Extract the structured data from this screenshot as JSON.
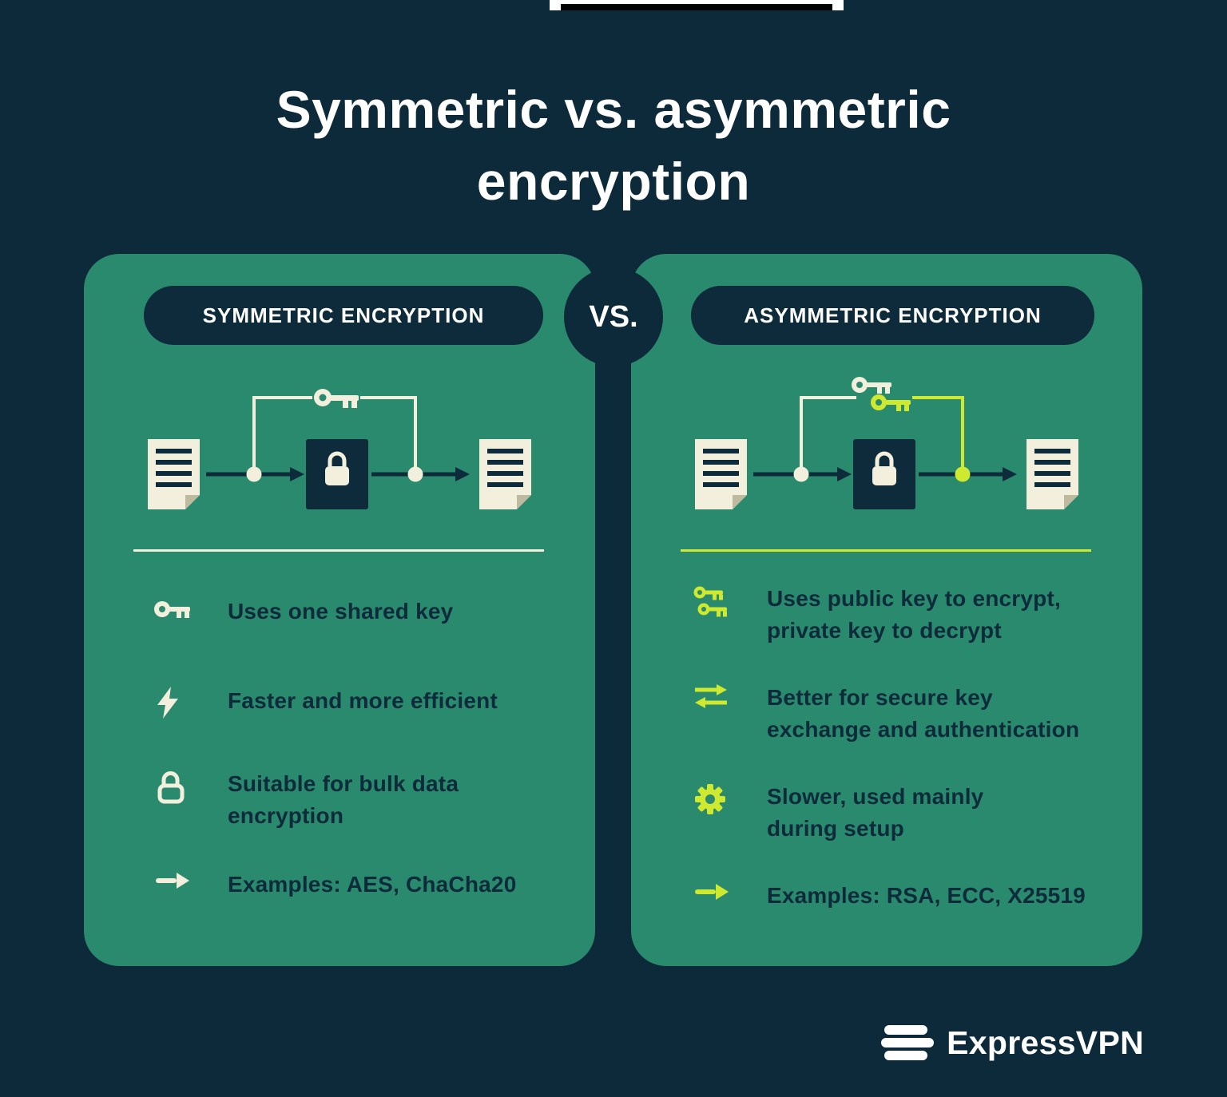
{
  "theme": {
    "bg": "#0D2A3A",
    "panel": "#2A8A6D",
    "ink": "#0E2B3B",
    "cream": "#F2EFDC",
    "lime": "#CEE930",
    "white": "#FFFFFF"
  },
  "page": {
    "title": "Symmetric vs. asymmetric\nencryption",
    "vs_label": "VS.",
    "brand": "ExpressVPN"
  },
  "left_panel": {
    "header": "SYMMETRIC ENCRYPTION",
    "bullets": [
      {
        "icon": "key-icon",
        "text": "Uses one shared key"
      },
      {
        "icon": "lightning-icon",
        "text": "Faster and more efficient"
      },
      {
        "icon": "lock-icon",
        "text": "Suitable for bulk data\nencryption"
      },
      {
        "icon": "arrow-right-icon",
        "text": "Examples: AES, ChaCha20"
      }
    ]
  },
  "right_panel": {
    "header": "ASYMMETRIC ENCRYPTION",
    "bullets": [
      {
        "icon": "double-key-icon",
        "text": "Uses public key to encrypt,\nprivate key to decrypt"
      },
      {
        "icon": "exchange-icon",
        "text": "Better for secure key\nexchange and authentication"
      },
      {
        "icon": "gear-icon",
        "text": "Slower, used mainly\nduring setup"
      },
      {
        "icon": "arrow-right-icon",
        "text": "Examples: RSA, ECC, X25519"
      }
    ]
  }
}
